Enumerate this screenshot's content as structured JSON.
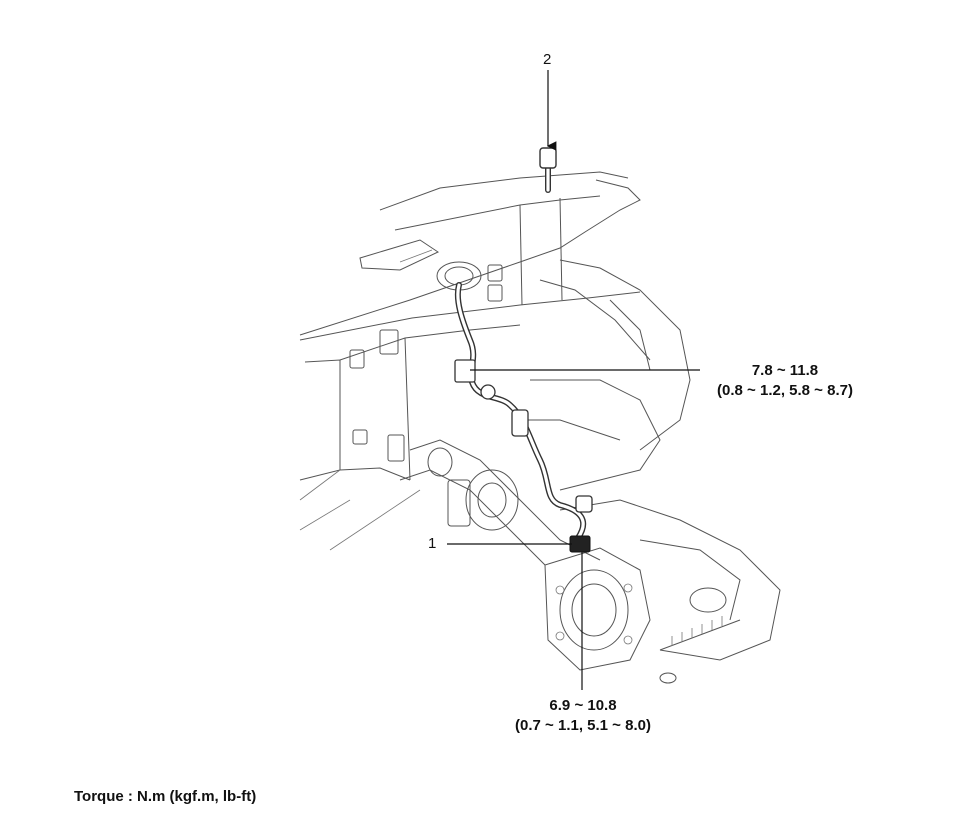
{
  "callouts": {
    "label_1": "1",
    "label_2": "2",
    "torque_upper_main": "7.8 ~ 11.8",
    "torque_upper_sub": "(0.8 ~ 1.2, 5.8 ~ 8.7)",
    "torque_lower_main": "6.9 ~ 10.8",
    "torque_lower_sub": "(0.7 ~ 1.1, 5.1 ~ 8.0)"
  },
  "caption": "Torque : N.m (kgf.m, lb-ft)"
}
